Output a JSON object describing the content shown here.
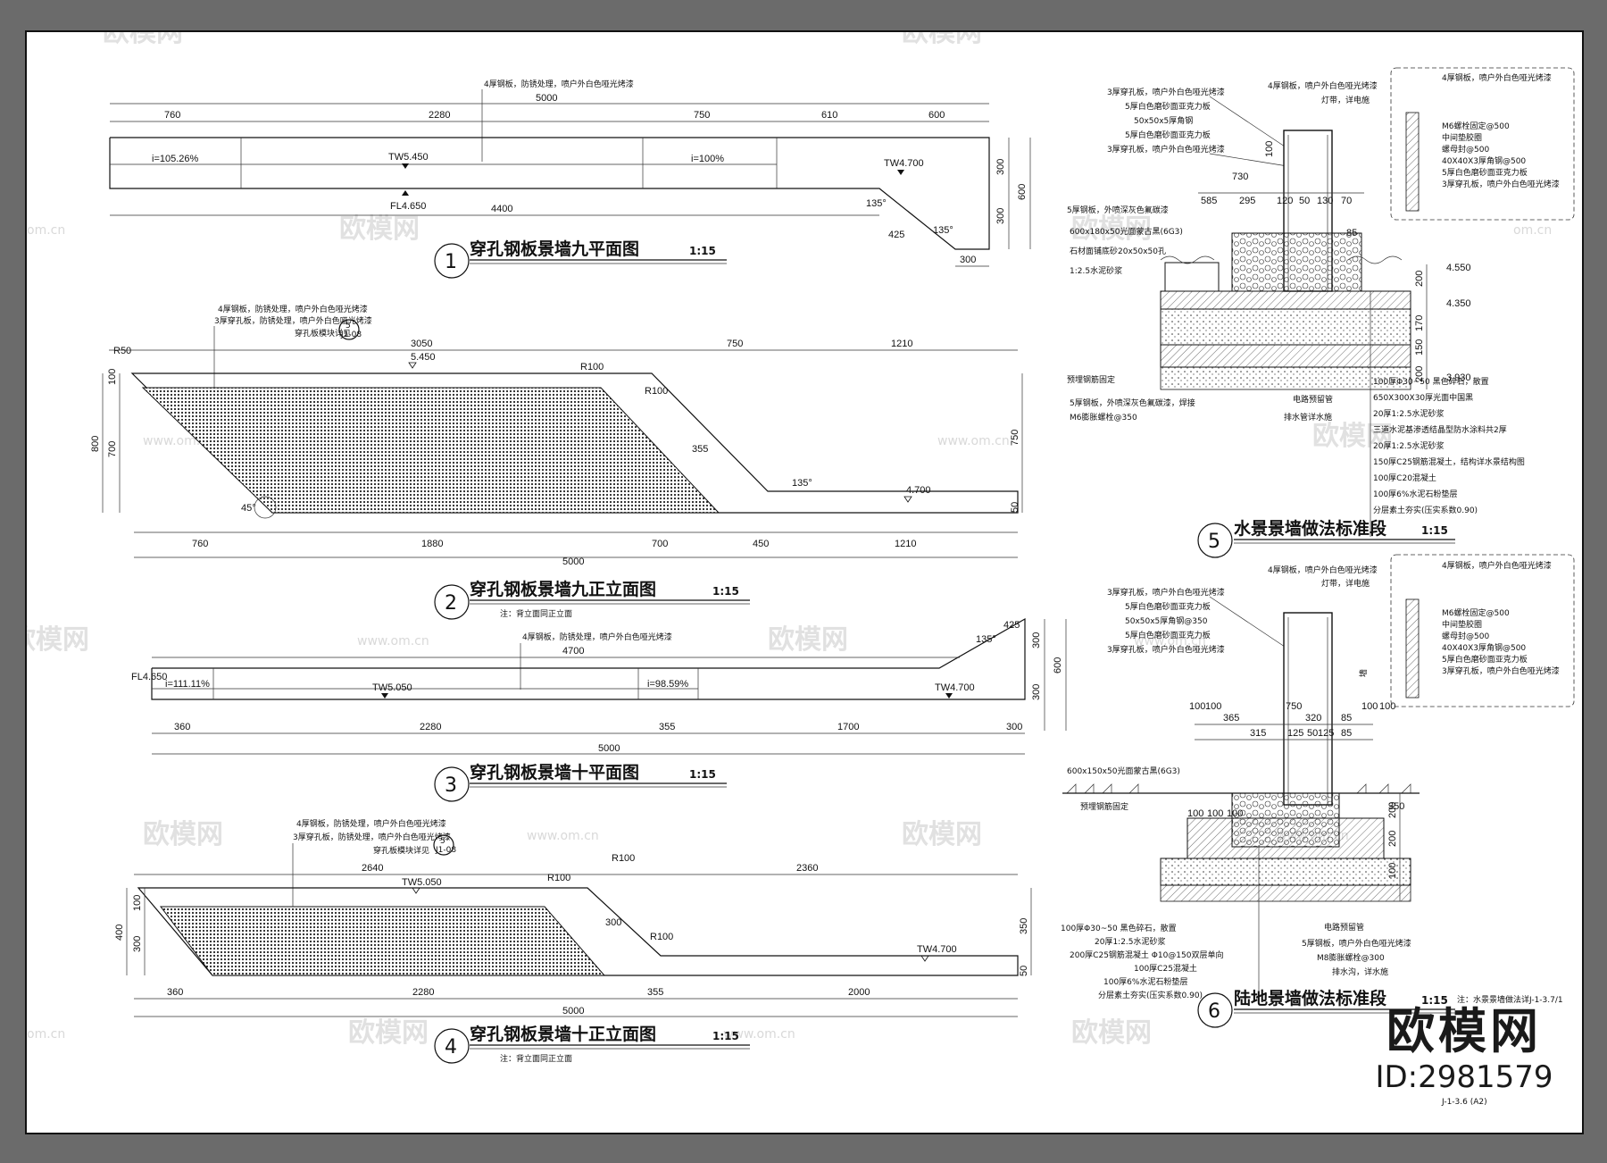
{
  "watermark": {
    "brand": "欧模网",
    "site": "www.om.cn",
    "domain": "om.cn"
  },
  "brand_block": {
    "name": "欧模网",
    "id": "ID:2981579"
  },
  "sheet_number": "J-1-3.6 (A2)",
  "views": [
    {
      "no": "1",
      "title": "穿孔钢板景墙九平面图",
      "scale": "1:15"
    },
    {
      "no": "2",
      "title": "穿孔钢板景墙九正立面图",
      "scale": "1:15",
      "note": "注：背立面同正立面"
    },
    {
      "no": "3",
      "title": "穿孔钢板景墙十平面图",
      "scale": "1:15"
    },
    {
      "no": "4",
      "title": "穿孔钢板景墙十正立面图",
      "scale": "1:15",
      "note": "注：背立面同正立面"
    },
    {
      "no": "5",
      "title": "水景景墙做法标准段",
      "scale": "1:15"
    },
    {
      "no": "6",
      "title": "陆地景墙做法标准段",
      "scale": "1:15",
      "note": "注：水景景墙做法详J-1-3.7/1"
    }
  ],
  "v1": {
    "note": "4厚钢板，防锈处理，喷户外白色哑光烤漆",
    "dims_top": [
      "760",
      "2280",
      "750",
      "610",
      "600"
    ],
    "total": "5000",
    "slope1": "i=105.26%",
    "slope2": "i=100%",
    "tw1": "TW5.450",
    "tw2": "TW4.700",
    "fl": "FL4.650",
    "bottom": "4400",
    "r1": "300",
    "r2": "600",
    "r3": "300",
    "ang1": "135°",
    "ang2": "135°",
    "diag": "425",
    "foot": "300"
  },
  "v2": {
    "notes": [
      "4厚钢板，防锈处理，喷户外白色哑光烤漆",
      "3厚穿孔板，防锈处理，喷户外白色哑光烤漆",
      "穿孔板模块详见"
    ],
    "callout": "5",
    "callout_sheet": "J1-08",
    "dims_top": [
      "3050",
      "750",
      "1210"
    ],
    "lvl1": "5.450",
    "lvl2": "4.700",
    "r": "R100",
    "l1": "100",
    "l2": "700",
    "l3": "800",
    "l4": "750",
    "l5": "50",
    "ang": "135°",
    "ang2": "45°",
    "d": "355",
    "d2": "R50",
    "dims_bot": [
      "760",
      "1880",
      "700",
      "450",
      "1210"
    ],
    "total": "5000"
  },
  "v3": {
    "note": "4厚钢板，防锈处理，喷户外白色哑光烤漆",
    "mid": "4700",
    "fl": "FL4.650",
    "slope1": "i=111.11%",
    "slope2": "i=98.59%",
    "tw1": "TW5.050",
    "tw2": "TW4.700",
    "ang": "135°",
    "diag": "425",
    "r1": "300",
    "r2": "600",
    "r3": "300",
    "dims_bot": [
      "360",
      "2280",
      "355",
      "1700",
      "300"
    ],
    "total": "5000"
  },
  "v4": {
    "notes": [
      "4厚钢板，防锈处理，喷户外白色哑光烤漆",
      "3厚穿孔板，防锈处理，喷户外白色哑光烤漆",
      "穿孔板模块详见"
    ],
    "callout": "5",
    "callout_sheet": "J1-08",
    "dims_top": [
      "2640",
      "2360"
    ],
    "tw1": "TW5.050",
    "tw2": "TW4.700",
    "r": "R100",
    "l1": "100",
    "l2": "300",
    "l3": "400",
    "l4": "350",
    "l5": "50",
    "d": "300",
    "dims_bot": [
      "360",
      "2280",
      "355",
      "2000"
    ],
    "total": "5000"
  },
  "v5": {
    "left_notes": [
      "3厚穿孔板，喷户外白色哑光烤漆",
      "5厚白色磨砂面亚克力板",
      "50x50x5厚角钢",
      "5厚白色磨砂面亚克力板",
      "3厚穿孔板，喷户外白色哑光烤漆"
    ],
    "top_notes": [
      "4厚钢板，喷户外白色哑光烤漆",
      "灯带，详电施"
    ],
    "dims": [
      "730",
      "585",
      "295",
      "120",
      "50",
      "130",
      "70",
      "100",
      "85"
    ],
    "left2": [
      "5厚钢板，外喷深灰色氟碳漆",
      "600x180x50光面蒙古黑(6G3)",
      "石材面铺底砂20x50x50孔",
      "1:2.5水泥砂浆"
    ],
    "lvls": [
      "4.550",
      "4.350",
      "3.930"
    ],
    "vert": [
      "200",
      "170",
      "150",
      "200"
    ],
    "bottom_left": [
      "预埋钢筋固定",
      "5厚钢板，外喷深灰色氟碳漆，焊接",
      "M6膨胀螺栓@350"
    ],
    "bottom_mid": [
      "电路预留管",
      "排水管详水施"
    ],
    "layers": [
      "100厚Φ30~50  黑色碎石，散置",
      "650X300X30厚光面中国黑",
      "20厚1:2.5水泥砂浆",
      "三道水泥基渗透结晶型防水涂料共2厚",
      "20厚1:2.5水泥砂浆",
      "150厚C25钢筋混凝土，结构详水景结构图",
      "100厚C20混凝土",
      "100厚6%水泥石粉垫层",
      "分层素土夯实(压实系数0.90)"
    ],
    "detail": [
      "4厚钢板，喷户外白色哑光烤漆",
      "M6螺栓固定@500",
      "中间垫胶圈",
      "螺母封@500",
      "40X40X3厚角钢@500",
      "5厚白色磨砂面亚克力板",
      "3厚穿孔板，喷户外白色哑光烤漆"
    ]
  },
  "v6": {
    "left_notes": [
      "3厚穿孔板，喷户外白色哑光烤漆",
      "5厚白色磨砂面亚克力板",
      "50x50x5厚角钢@350",
      "5厚白色磨砂面亚克力板",
      "3厚穿孔板，喷户外白色哑光烤漆"
    ],
    "top_notes": [
      "4厚钢板，喷户外白色哑光烤漆",
      "灯带，详电施"
    ],
    "dims": [
      "100",
      "100",
      "750",
      "100",
      "100",
      "365",
      "320",
      "85",
      "315",
      "125",
      "50",
      "125",
      "85"
    ],
    "left2": [
      "600x150x50光面蒙古黑(6G3)",
      "预埋钢筋固定"
    ],
    "small": [
      "100",
      "100",
      "100"
    ],
    "vert": [
      "200",
      "200",
      "100"
    ],
    "layers": [
      "100厚Φ30~50  黑色碎石，散置",
      "20厚1:2.5水泥砂浆",
      "200厚C25钢筋混凝土  Φ10@150双层单向",
      "100厚C25混凝土",
      "100厚6%水泥石粉垫层",
      "分层素土夯实(压实系数0.90)"
    ],
    "right_notes": [
      "电路预留管",
      "5厚钢板，喷户外白色哑光烤漆",
      "M8膨胀螺栓@300",
      "排水沟，详水施"
    ],
    "detail": [
      "4厚钢板，喷户外白色哑光烤漆",
      "M6螺栓固定@500",
      "中间垫胶圈",
      "螺母封@500",
      "40X40X3厚角钢@500",
      "5厚白色磨砂面亚克力板",
      "3厚穿孔板，喷户外白色哑光烤漆"
    ],
    "tbh": [
      "墙",
      "350"
    ]
  }
}
